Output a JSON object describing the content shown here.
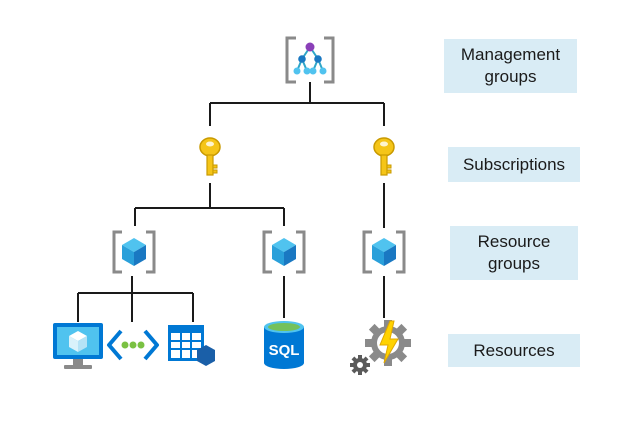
{
  "labels": {
    "management_groups": "Management\ngroups",
    "subscriptions": "Subscriptions",
    "resource_groups": "Resource\ngroups",
    "resources": "Resources"
  },
  "resources": {
    "sql_text": "SQL"
  },
  "colors": {
    "line": "#1a1a1a",
    "label_bg": "#d9ecf5",
    "bracket": "#8a8a8a",
    "cube_light": "#50c3ef",
    "cube_mid": "#2aa0da",
    "cube_dark": "#1a78c2",
    "key": "#f5c518",
    "key_dark": "#c99a00",
    "azure_blue": "#0078d4",
    "management_purple": "#8a3fb8",
    "management_teal": "#2fa6c8",
    "bolt": "#ffd200"
  },
  "icons": [
    "management-group-icon",
    "subscription-key-icon",
    "resource-group-icon",
    "virtual-machine-icon",
    "virtual-network-icon",
    "storage-table-icon",
    "sql-database-icon",
    "function-app-icon"
  ]
}
